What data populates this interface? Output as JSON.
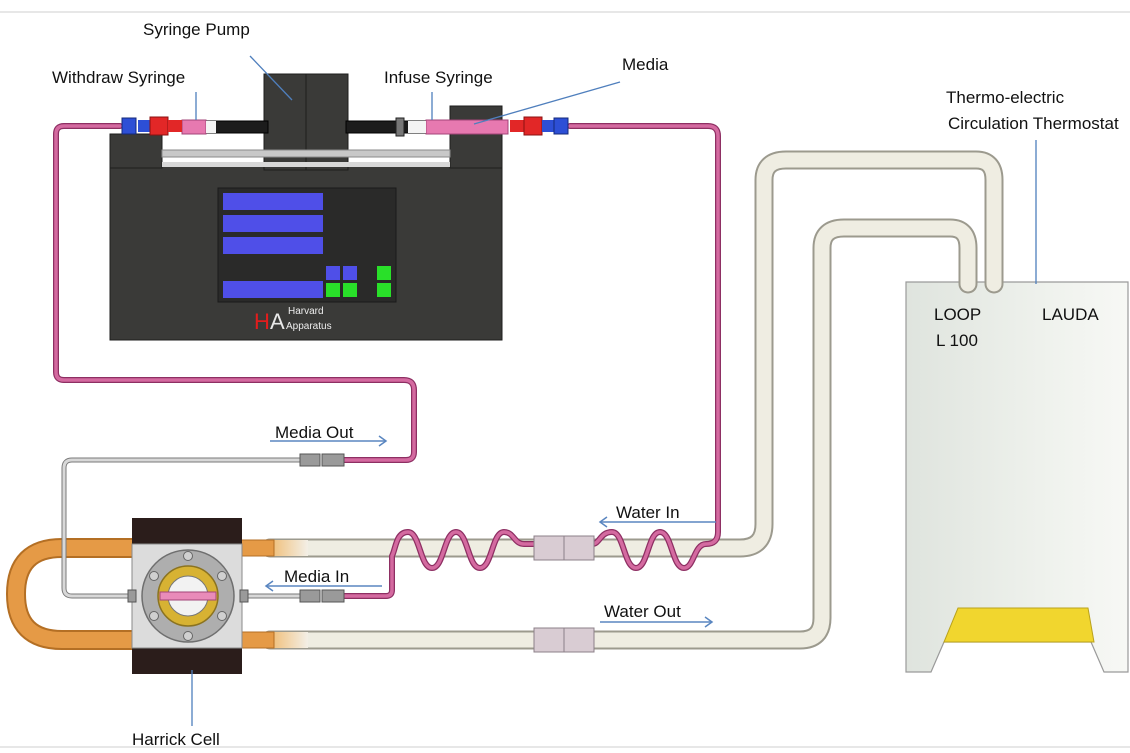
{
  "labels": {
    "syringe_pump": "Syringe Pump",
    "withdraw_syringe": "Withdraw Syringe",
    "infuse_syringe": "Infuse Syringe",
    "media": "Media",
    "thermostat_line1": "Thermo-electric",
    "thermostat_line2": "Circulation Thermostat",
    "media_out": "Media  Out",
    "media_in": "Media  In",
    "water_in": "Water In",
    "water_out": "Water Out",
    "harrick_cell": "Harrick Cell"
  },
  "pump_brand": {
    "letter_h": "H",
    "letter_a": "A",
    "line1": "Harvard",
    "line2": "Apparatus"
  },
  "thermostat": {
    "model_line1": "LOOP",
    "model_line2": "L 100",
    "brand": "LAUDA"
  },
  "colors": {
    "pump_body": "#3a3a38",
    "display_blue": "#4f4fe8",
    "display_green": "#29e029",
    "media_tube": "#c4508a",
    "water_tube": "#e8e6d8",
    "heater_yellow": "#f1d62e",
    "loop_orange": "#e59a46",
    "arrow_blue": "#5a86c0",
    "ha_red": "#e21d1d"
  }
}
